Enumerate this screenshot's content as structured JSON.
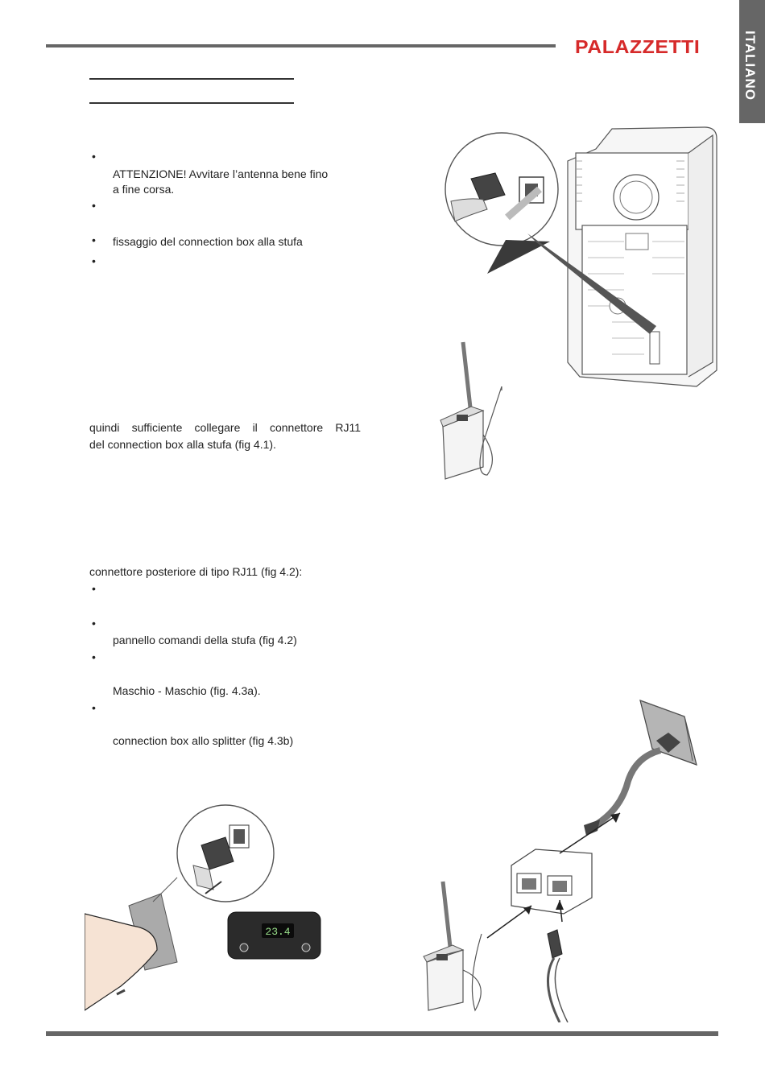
{
  "header": {
    "brand": "PALAZZETTI",
    "language_tab": "ITALIANO"
  },
  "section1": {
    "item1_text": "ATTENZIONE! Avvitare l’antenna bene fino",
    "item1_text2": "a fine corsa.",
    "item3_text": "fissaggio del connection box alla stufa",
    "para_line1": "quindi sufficiente collegare il connettore RJ11",
    "para_line2": "del connection box alla stufa (fig 4.1)."
  },
  "section2": {
    "intro": "connettore posteriore di tipo RJ11 (fig 4.2):",
    "item2_text": "pannello comandi della stufa (fig 4.2)",
    "item3_text": "Maschio - Maschio (fig. 4.3a).",
    "item4_text": "connection box allo splitter (fig 4.3b)"
  },
  "panel_display": {
    "readout": "23.4"
  },
  "colors": {
    "brand_red": "#d62a2a",
    "rule_gray": "#666666"
  }
}
